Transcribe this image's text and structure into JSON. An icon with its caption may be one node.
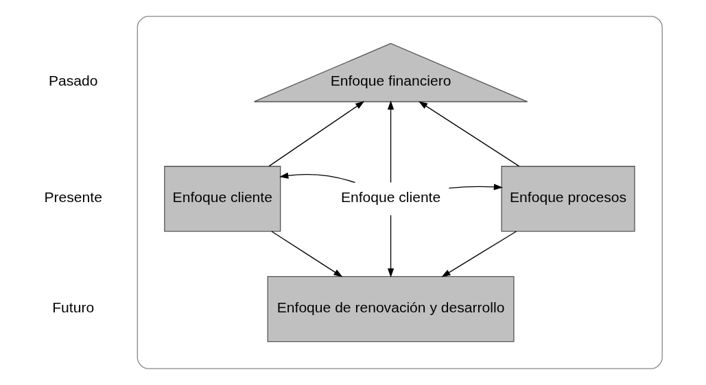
{
  "diagram": {
    "nodes": [
      {
        "text": [],
        "shape": "ellipse"
      },
      {
        "text": [
          "Enfoque financiero"
        ],
        "in": 0
      },
      {
        "text": [
          "Enfoque cliente"
        ],
        "in": 0
      },
      {
        "text": [
          "Enfoque cliente"
        ],
        "in": 0
      },
      {
        "text": [
          "Enfoque procesos"
        ],
        "in": 0
      },
      {
        "text": [
          "Enfoque de renovación y desarrollo"
        ],
        "in": 0
      }
    ],
    "edges": [
      {
        "from": 2,
        "to": 1,
        "arrow": "to"
      },
      {
        "from": 3,
        "to": 1,
        "arrow": "to"
      },
      {
        "from": 4,
        "to": 1,
        "arrow": "to"
      },
      {
        "from": 3,
        "to": 2,
        "arrow": "to"
      },
      {
        "from": 3,
        "to": 4,
        "arrow": "to"
      },
      {
        "from": 3,
        "to": 5,
        "arrow": "to"
      },
      {
        "from": 2,
        "to": 5,
        "arrow": "to"
      },
      {
        "from": 4,
        "to": 5,
        "arrow": "to"
      }
    ],
    "labels": [
      "Pasado",
      "Presente",
      "Futuro"
    ]
  }
}
